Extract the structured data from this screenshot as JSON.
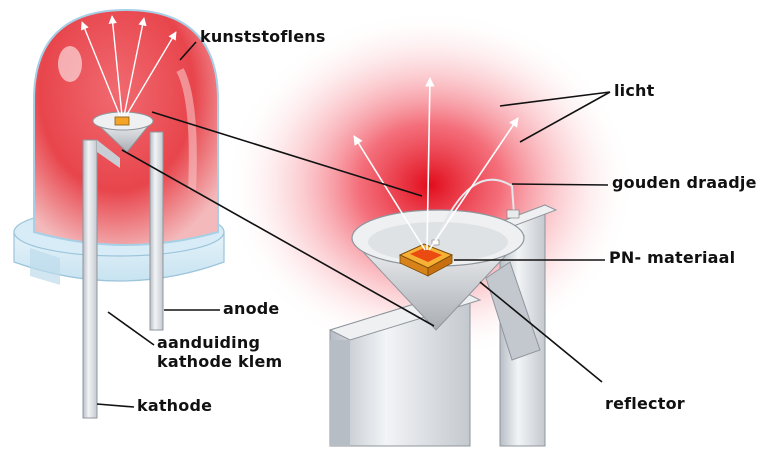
{
  "labels": {
    "kunststoflens": "kunststoflens",
    "licht": "licht",
    "gouden_draadje": "gouden draadje",
    "pn_materiaal": "PN- materiaal",
    "anode": "anode",
    "aanduiding_line1": "aanduiding",
    "aanduiding_line2": "kathode klem",
    "kathode": "kathode",
    "reflector": "reflector"
  },
  "colors": {
    "glow": "#e8101a",
    "lens_red": "#e8555a",
    "metal": "#d9dde2",
    "base_plastic": "#cfe6f3",
    "chip": "#f4a428",
    "leader_line": "#111111"
  }
}
